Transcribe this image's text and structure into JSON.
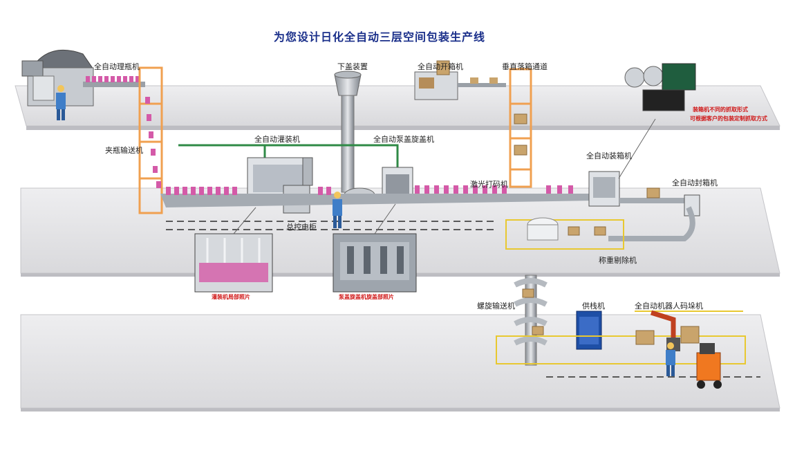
{
  "title": "为您设计日化全自动三层空间包装生产线",
  "labels": {
    "bottle_sorter": "全自动理瓶机",
    "cap_feeder": "下盖装置",
    "case_erector": "全自动开箱机",
    "vertical_drop": "垂直落箱通道",
    "clamp_conveyor": "夹瓶输送机",
    "filler": "全自动灌装机",
    "pump_capper": "全自动泵盖旋盖机",
    "laser_coder": "激光打码机",
    "case_packer": "全自动装箱机",
    "case_sealer": "全自动封箱机",
    "control_cabinet": "总控电柜",
    "checkweigher": "称重剔除机",
    "spiral_conveyor": "螺旋输送机",
    "pallet_feeder": "供栈机",
    "robot_palletizer": "全自动机器人码垛机"
  },
  "captions": {
    "filler_detail": "灌装机局部照片",
    "capper_detail": "泵盖旋盖机旋盖部照片"
  },
  "note": {
    "line1": "装箱机不同的抓取形式",
    "line2": "可根据客户的包装定制抓取方式"
  },
  "colors": {
    "title": "#1a2f8a",
    "caption": "#d01818",
    "bottle": "#d45aa8",
    "frame": "#f0a050",
    "floor": "#e8e8ea"
  }
}
